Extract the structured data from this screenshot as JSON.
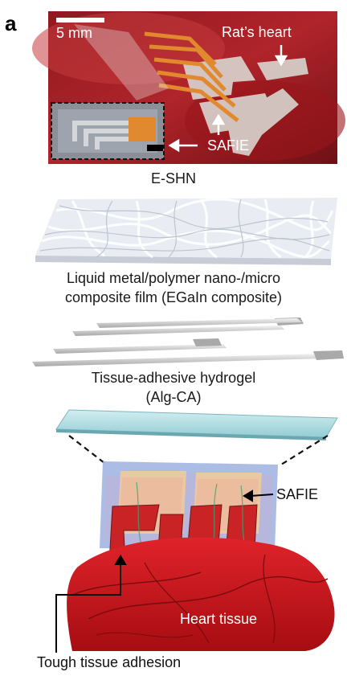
{
  "panel": {
    "letter": "a"
  },
  "photo": {
    "scale_bar_label": "5 mm",
    "heart_label": "Rat’s heart",
    "device_label": "SAFIE"
  },
  "layers": {
    "e_shn": "E-SHN",
    "liquid_metal_line1": "Liquid metal/polymer nano-/micro",
    "liquid_metal_line2": "composite film (EGaIn composite)",
    "hydrogel_line1": "Tissue-adhesive hydrogel",
    "hydrogel_line2": "(Alg-CA)"
  },
  "assembly": {
    "safie_label": "SAFIE",
    "heart_tissue_label": "Heart tissue",
    "adhesion_label": "Tough tissue adhesion"
  },
  "colors": {
    "heart_red": "#c8141a",
    "electrode_orange": "#e0892e",
    "hydrogel_cyan": "#a9dfe6",
    "mesh_gray": "#e9edf3"
  }
}
